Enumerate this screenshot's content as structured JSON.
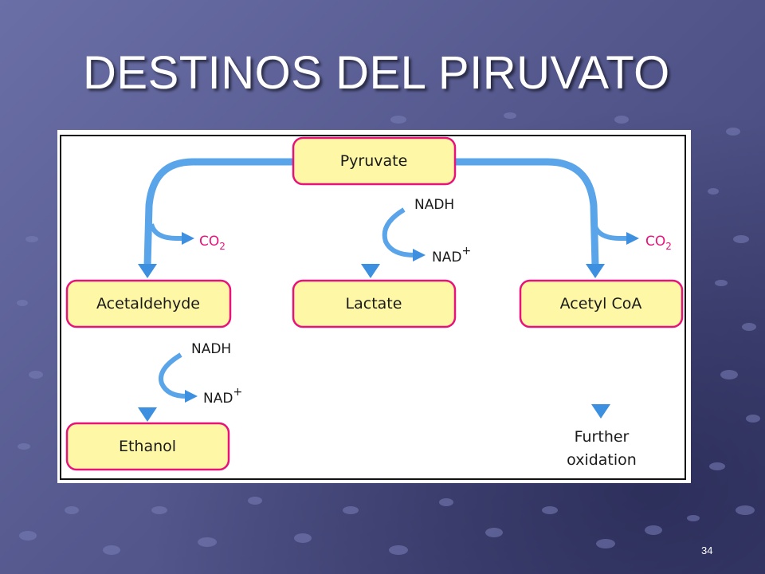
{
  "slide": {
    "title": "DESTINOS DEL PIRUVATO",
    "page_number": "34",
    "background_color": "#585c93"
  },
  "diagram": {
    "nodes": {
      "pyruvate": "Pyruvate",
      "acetaldehyde": "Acetaldehyde",
      "lactate": "Lactate",
      "acetyl_coa": "Acetyl CoA",
      "ethanol": "Ethanol",
      "further_oxidation_line1": "Further",
      "further_oxidation_line2": "oxidation"
    },
    "cofactors": {
      "nadh": "NADH",
      "nad": "NAD",
      "nad_sup": "+",
      "co2": "CO",
      "co2_sub": "2"
    },
    "colors": {
      "node_fill": "#fdf7a6",
      "node_border": "#e8127a",
      "arrow": "#3d8fe0",
      "co2_text": "#e8127a",
      "frame_border": "#111111"
    }
  }
}
